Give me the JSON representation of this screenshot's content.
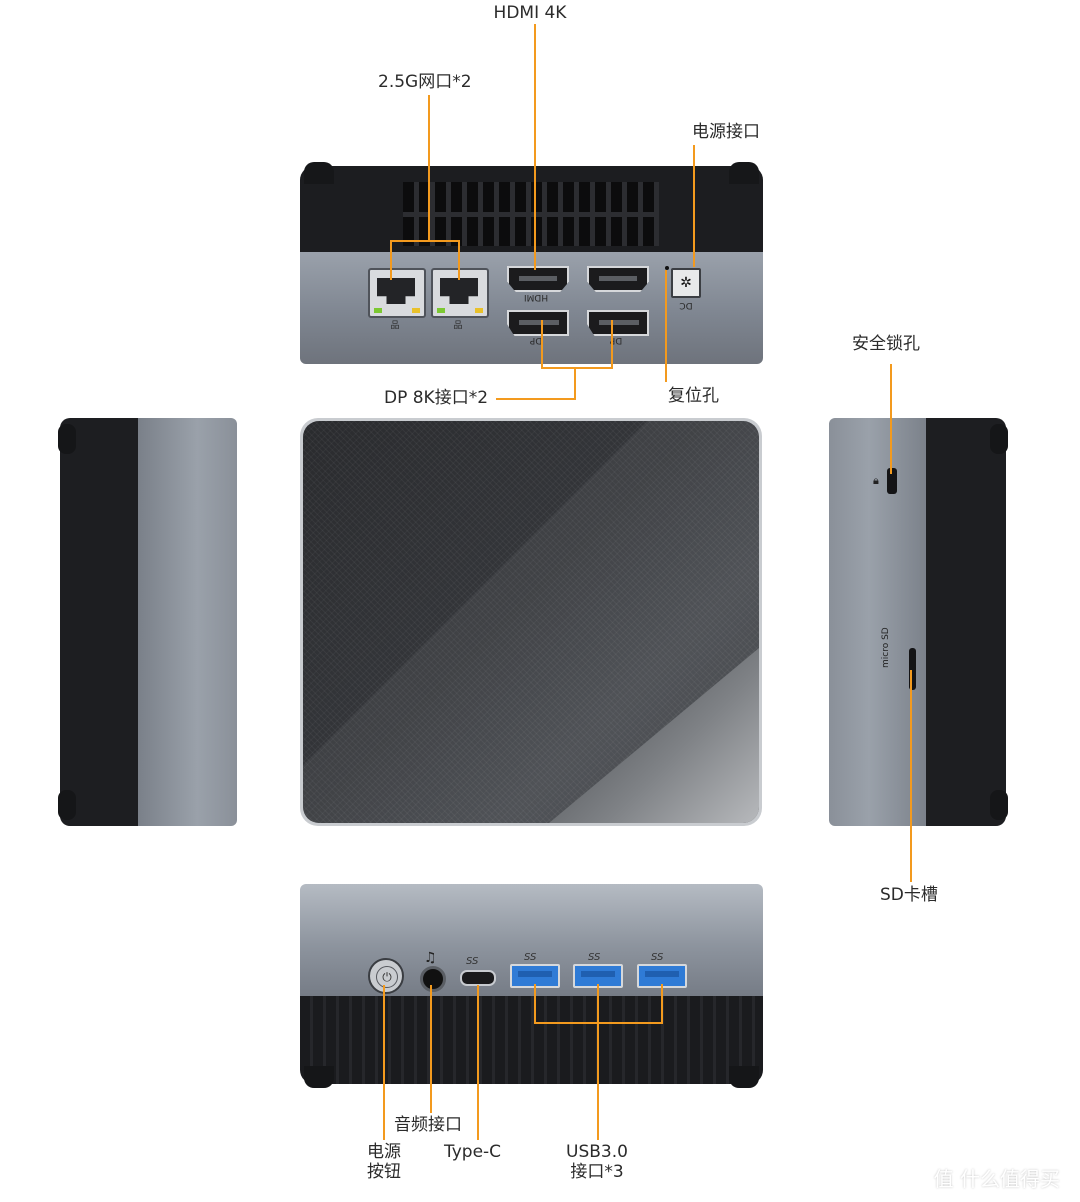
{
  "labels": {
    "hdmi_4k": "HDMI 4K",
    "lan_25g": "2.5G网口*2",
    "power_jack": "电源接口",
    "dp_8k": "DP 8K接口*2",
    "reset_hole": "复位孔",
    "security_lock": "安全锁孔",
    "sd_slot": "SD卡槽",
    "power_button_line1": "电源",
    "power_button_line2": "按钮",
    "audio_jack": "音频接口",
    "type_c": "Type-C",
    "usb30_line1": "USB3.0",
    "usb30_line2": "接口*3"
  },
  "port_markings": {
    "hdmi": "HDMI",
    "dp_left": "DP",
    "dp_right": "DP",
    "dc": "DC",
    "lan_symbol": "品",
    "micro_sd": "micro SD",
    "ss": "SS"
  },
  "watermark": "值 什么值得买",
  "colors": {
    "callout_line": "#f39a1e",
    "chassis_black": "#1c1d20",
    "chassis_gray": "#8d949e",
    "usb_blue": "#2f7bd6"
  }
}
